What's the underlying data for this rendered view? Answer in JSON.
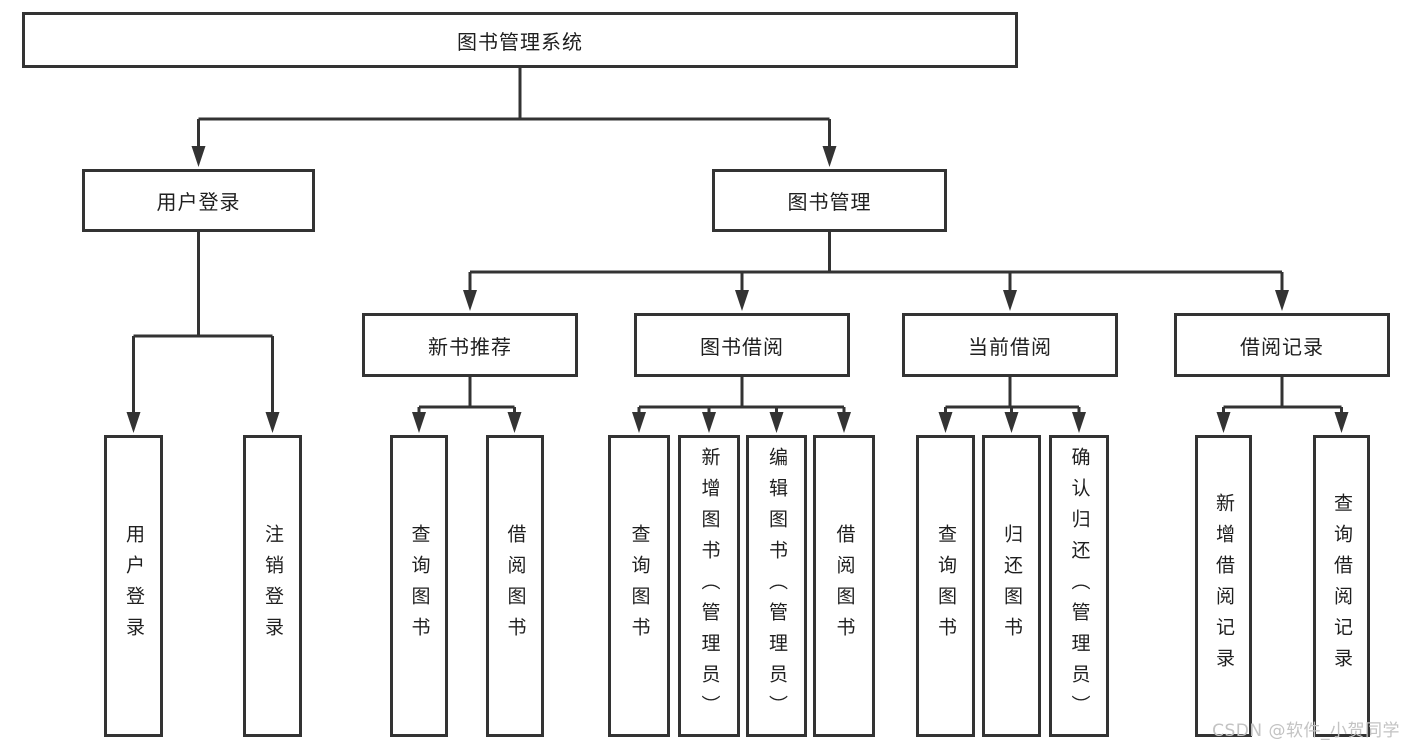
{
  "diagram": {
    "tree": {
      "label": "图书管理系统",
      "children": [
        {
          "label": "用户登录",
          "children": [
            {
              "label": "用户登录"
            },
            {
              "label": "注销登录"
            }
          ]
        },
        {
          "label": "图书管理",
          "children": [
            {
              "label": "新书推荐",
              "children": [
                {
                  "label": "查询图书"
                },
                {
                  "label": "借阅图书"
                }
              ]
            },
            {
              "label": "图书借阅",
              "children": [
                {
                  "label": "查询图书"
                },
                {
                  "label": "新增图书（管理员）"
                },
                {
                  "label": "编辑图书（管理员）"
                },
                {
                  "label": "借阅图书"
                }
              ]
            },
            {
              "label": "当前借阅",
              "children": [
                {
                  "label": "查询图书"
                },
                {
                  "label": "归还图书"
                },
                {
                  "label": "确认归还（管理员）"
                }
              ]
            },
            {
              "label": "借阅记录",
              "children": [
                {
                  "label": "新增借阅记录"
                },
                {
                  "label": "查询借阅记录"
                }
              ]
            }
          ]
        }
      ]
    },
    "colors": {
      "line": "#333333",
      "text": "#1f1f1f",
      "background": "#ffffff",
      "watermark": "#c3c3c3"
    }
  },
  "watermark": {
    "text": "CSDN @软件_小贺同学"
  }
}
